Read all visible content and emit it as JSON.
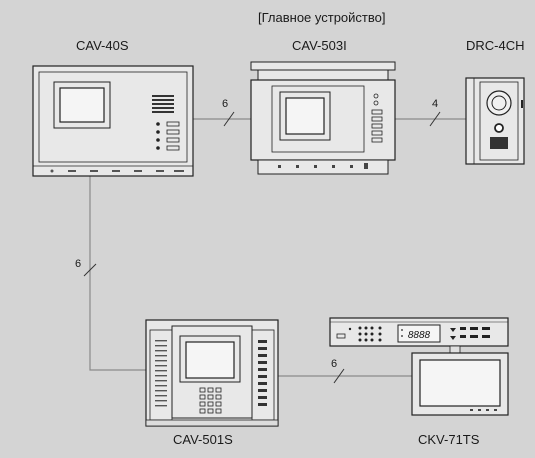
{
  "diagram": {
    "main_unit_caption": "[Главное устройство]",
    "devices": {
      "cav40s": {
        "label": "CAV-40S"
      },
      "cav503i": {
        "label": "CAV-503I"
      },
      "drc4ch": {
        "label": "DRC-4CH"
      },
      "cav501s": {
        "label": "CAV-501S"
      },
      "ckv71ts": {
        "label": "CKV-71TS"
      }
    },
    "connections": {
      "cav40s_to_cav503i": "6",
      "cav503i_to_drc4ch": "4",
      "cav40s_to_cav501s": "6",
      "cav501s_to_ckv71ts": "6"
    },
    "ckv71ts_display": "8888"
  }
}
